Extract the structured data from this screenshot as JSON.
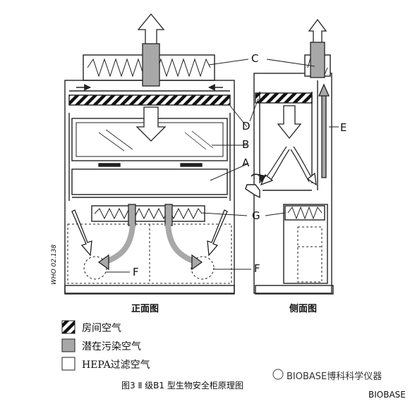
{
  "labels": {
    "A": "A",
    "B": "B",
    "C": "C",
    "D": "D",
    "E": "E",
    "F_front": "F",
    "F_side": "F",
    "G": "G"
  },
  "view_captions": {
    "front": "正面图",
    "side": "侧面图"
  },
  "side_code": "WHO 02.138",
  "legend": [
    {
      "text": "房间空气",
      "swatch": "hatch"
    },
    {
      "text": "潜在污染空气",
      "swatch": "gray"
    },
    {
      "text": "HEPA过滤空气",
      "swatch": "white"
    }
  ],
  "caption": "图3 Ⅱ 级B1 型生物安全柜原理图",
  "watermark": "BIOBASE博科科学仪器",
  "brand": "BIOBASE",
  "colors": {
    "line": "#222222",
    "gray_air": "#a8a8a8",
    "white_air": "#ffffff"
  }
}
